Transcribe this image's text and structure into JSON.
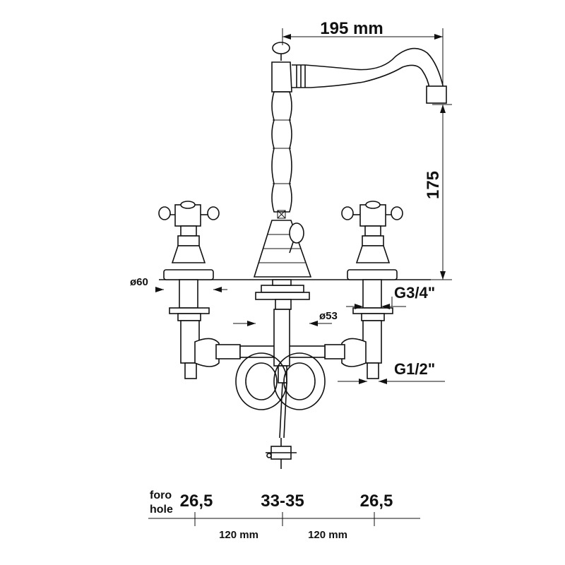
{
  "dimensions": {
    "spout_reach": "195 mm",
    "spout_height": "175",
    "flange_diameter": "ø60",
    "body_diameter": "ø53",
    "inlet_thread": "G3/4\"",
    "outlet_thread": "G1/2\""
  },
  "holes": {
    "label_it": "foro",
    "label_en": "hole",
    "left": "26,5",
    "center": "33-35",
    "right": "26,5",
    "spacing_left": "120 mm",
    "spacing_right": "120 mm"
  }
}
